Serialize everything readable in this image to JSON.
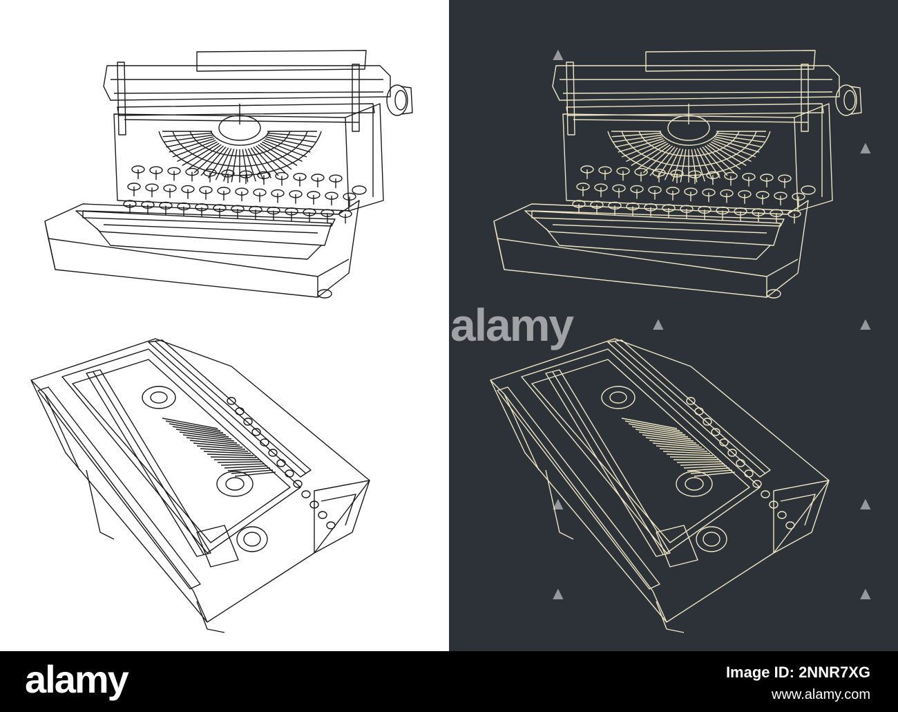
{
  "colors": {
    "light_background": "#ffffff",
    "dark_background": "#2d3138",
    "light_ink": "#1a1a1a",
    "dark_ink": "#efe6c4",
    "footer_background": "#000000"
  },
  "illustrations": [
    {
      "name": "typewriter-front-view-light",
      "subject": "typewriter-icon"
    },
    {
      "name": "typewriter-front-view-dark",
      "subject": "typewriter-icon"
    },
    {
      "name": "typewriter-top-view-light",
      "subject": "typewriter-icon"
    },
    {
      "name": "typewriter-top-view-dark",
      "subject": "typewriter-icon"
    }
  ],
  "watermark": {
    "text": "alamy"
  },
  "footer": {
    "logo_text": "alamy",
    "image_id": "Image ID: 2NNR7XG",
    "url": "www.alamy.com"
  }
}
